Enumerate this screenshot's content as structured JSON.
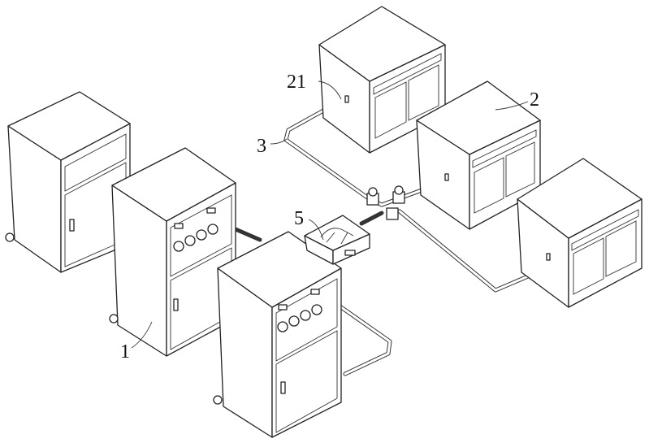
{
  "labels": {
    "unit_1": "1",
    "unit_2": "2",
    "pipe_3": "3",
    "box_5": "5",
    "part_21": "21"
  }
}
